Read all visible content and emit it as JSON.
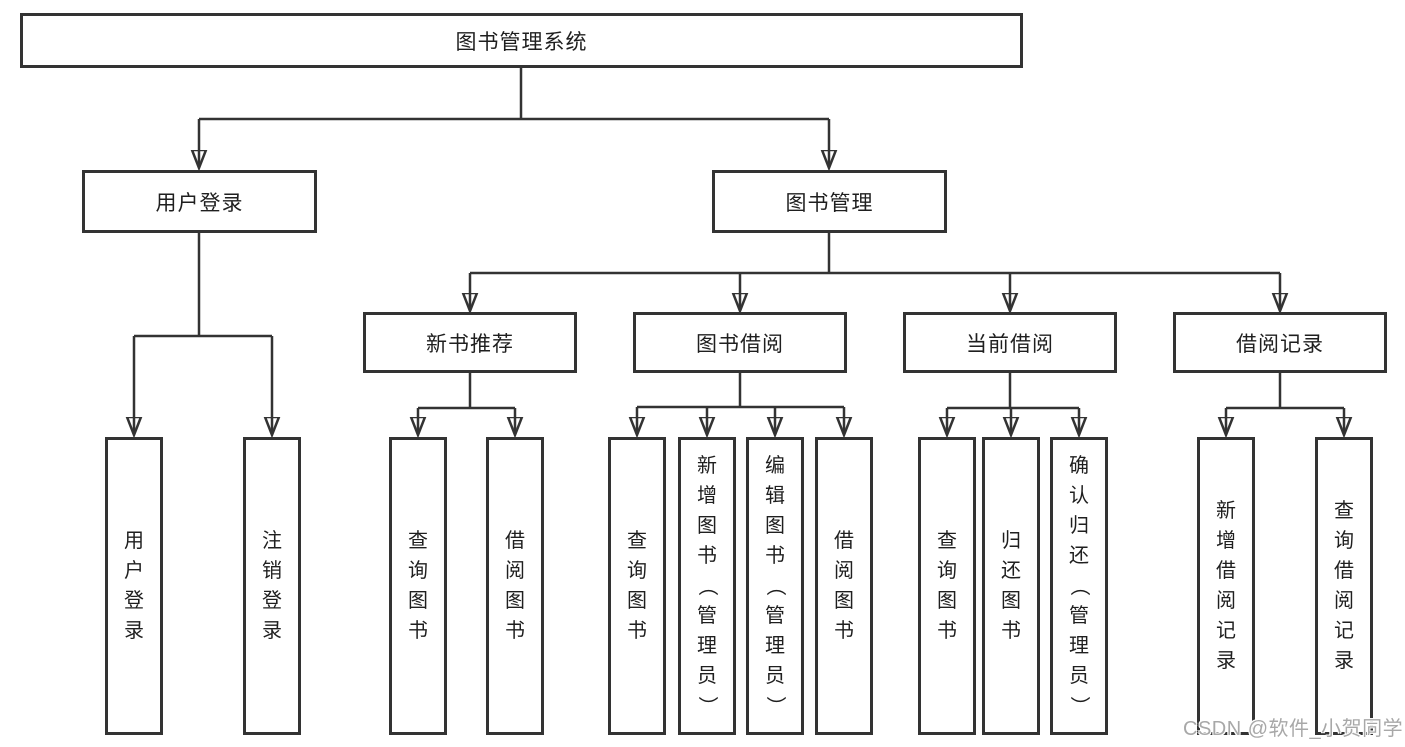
{
  "colors": {
    "line": "#333333",
    "box_border": "#333333",
    "box_fill": "#ffffff",
    "text": "#1f1f1f",
    "watermark": "#a8a8a8",
    "background": "#ffffff"
  },
  "watermark": {
    "text": "CSDN @软件_小贺同学"
  },
  "tree": {
    "label": "图书管理系统",
    "children": [
      {
        "label": "用户登录",
        "children": [
          {
            "label": "用户登录"
          },
          {
            "label": "注销登录"
          }
        ]
      },
      {
        "label": "图书管理",
        "children": [
          {
            "label": "新书推荐",
            "children": [
              {
                "label": "查询图书"
              },
              {
                "label": "借阅图书"
              }
            ]
          },
          {
            "label": "图书借阅",
            "children": [
              {
                "label": "查询图书"
              },
              {
                "label": "新增图书（管理员）"
              },
              {
                "label": "编辑图书（管理员）"
              },
              {
                "label": "借阅图书"
              }
            ]
          },
          {
            "label": "当前借阅",
            "children": [
              {
                "label": "查询图书"
              },
              {
                "label": "归还图书"
              },
              {
                "label": "确认归还（管理员）"
              }
            ]
          },
          {
            "label": "借阅记录",
            "children": [
              {
                "label": "新增借阅记录"
              },
              {
                "label": "查询借阅记录"
              }
            ]
          }
        ]
      }
    ]
  }
}
